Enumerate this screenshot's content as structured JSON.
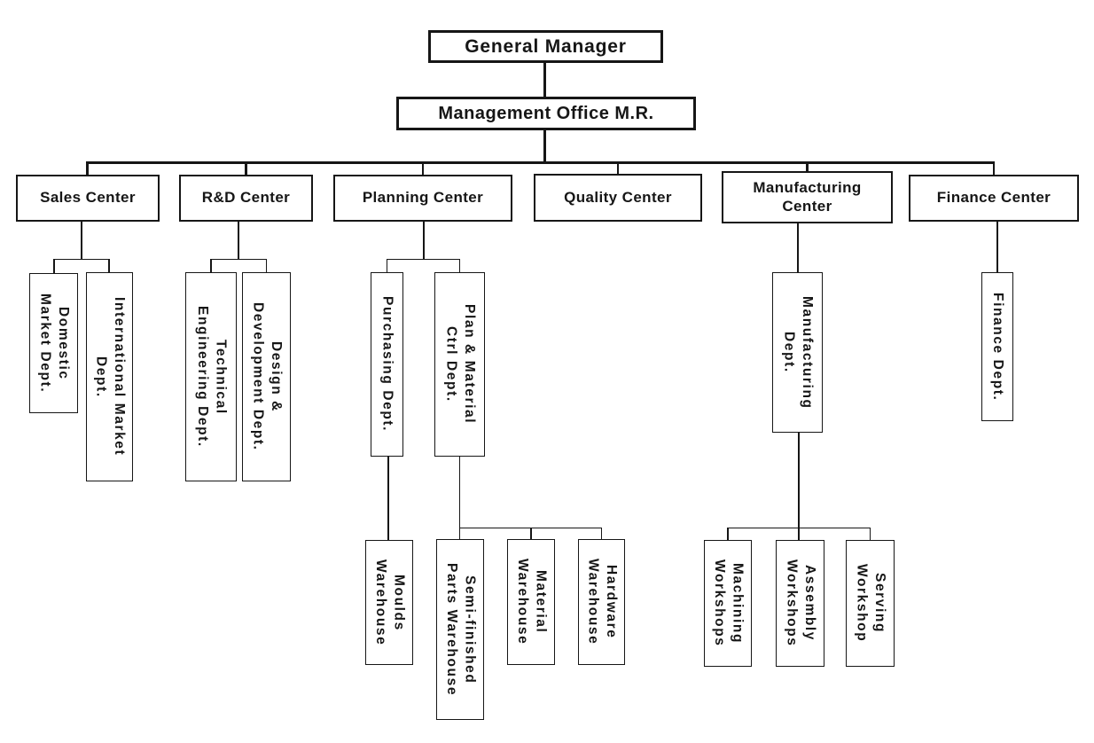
{
  "colors": {
    "line": "#161616",
    "text": "#161616",
    "background": "#ffffff"
  },
  "nodes": {
    "general_manager": "General Manager",
    "management_office": "Management Office M.R.",
    "sales_center": "Sales Center",
    "rd_center": "R&D Center",
    "planning_center": "Planning Center",
    "quality_center": "Quality Center",
    "manufacturing_center": "Manufacturing\nCenter",
    "finance_center": "Finance Center",
    "domestic_market": "Domestic\nMarket Dept.",
    "international_market": "International Market\nDept.",
    "technical_engineering": "Technical\nEngineering Dept.",
    "design_development": "Design &\nDevelopment Dept.",
    "purchasing": "Purchasing Dept.",
    "plan_material": "Plan & Material\nCtrl Dept.",
    "manufacturing_dept": "Manufacturing\nDept.",
    "finance_dept": "Finance Dept.",
    "moulds_wh": "Moulds\nWarehouse",
    "semi_finished_wh": "Semi-finished\nParts Warehouse",
    "material_wh": "Material\nWarehouse",
    "hardware_wh": "Hardware\nWarehouse",
    "machining_ws": "Machining\nWorkshops",
    "assembly_ws": "Assembly\nWorkshops",
    "serving_ws": "Serving\nWorkshop"
  },
  "hierarchy": {
    "General Manager": [
      "Management Office M.R."
    ],
    "Management Office M.R.": [
      "Sales Center",
      "R&D Center",
      "Planning Center",
      "Quality Center",
      "Manufacturing Center",
      "Finance Center"
    ],
    "Sales Center": [
      "Domestic Market Dept.",
      "International Market Dept."
    ],
    "R&D Center": [
      "Technical Engineering Dept.",
      "Design & Development Dept."
    ],
    "Planning Center": [
      "Purchasing Dept.",
      "Plan & Material Ctrl Dept."
    ],
    "Quality Center": [],
    "Manufacturing Center": [
      "Manufacturing Dept."
    ],
    "Finance Center": [
      "Finance Dept."
    ],
    "Purchasing Dept.": [
      "Moulds Warehouse"
    ],
    "Plan & Material Ctrl Dept.": [
      "Semi-finished Parts Warehouse",
      "Material Warehouse",
      "Hardware Warehouse"
    ],
    "Manufacturing Dept.": [
      "Machining Workshops",
      "Assembly Workshops",
      "Serving Workshop"
    ]
  }
}
